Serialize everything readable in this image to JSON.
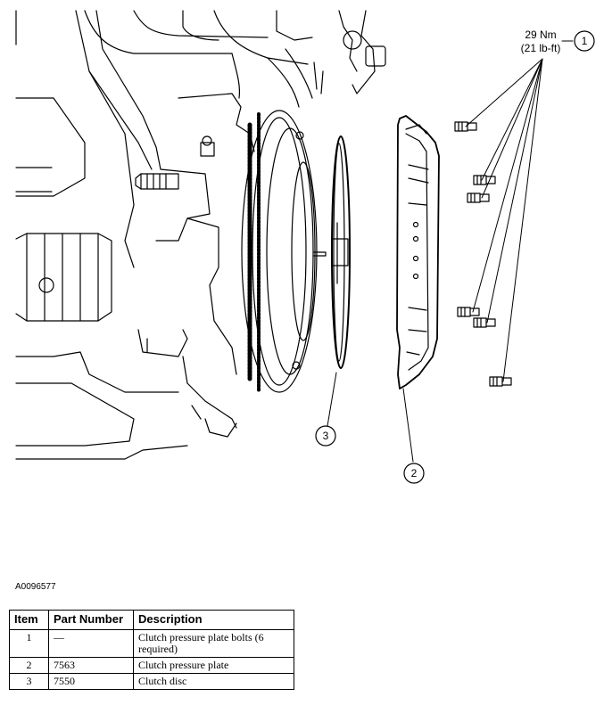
{
  "diagram": {
    "torque_spec": {
      "metric": "29 Nm",
      "imperial": "(21 lb-ft)"
    },
    "callouts": [
      "1",
      "2",
      "3"
    ],
    "figure_id": "A0096577"
  },
  "table": {
    "headers": [
      "Item",
      "Part Number",
      "Description"
    ],
    "rows": [
      {
        "item": "1",
        "part_number": "—",
        "description": "Clutch pressure plate bolts (6 required)"
      },
      {
        "item": "2",
        "part_number": "7563",
        "description": "Clutch pressure plate"
      },
      {
        "item": "3",
        "part_number": "7550",
        "description": "Clutch disc"
      }
    ]
  }
}
